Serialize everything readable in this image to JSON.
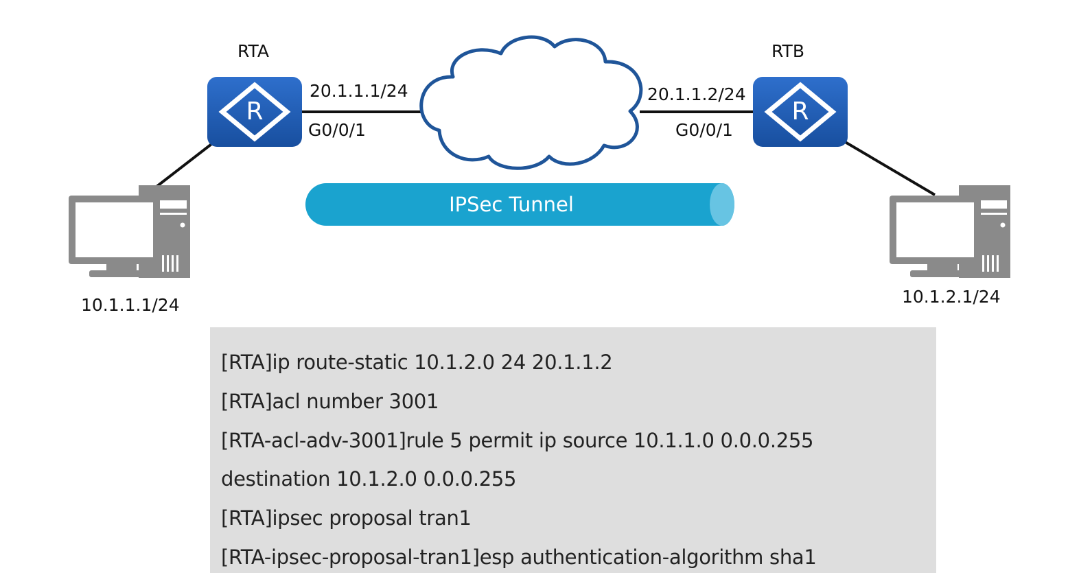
{
  "routers": {
    "rta": {
      "name": "RTA",
      "ip": "20.1.1.1/24",
      "interface": "G0/0/1",
      "icon_letter": "R"
    },
    "rtb": {
      "name": "RTB",
      "ip": "20.1.1.2/24",
      "interface": "G0/0/1",
      "icon_letter": "R"
    }
  },
  "hosts": {
    "left": {
      "ip": "10.1.1.1/24",
      "icon": "pc-icon"
    },
    "right": {
      "ip": "10.1.2.1/24",
      "icon": "pc-icon"
    }
  },
  "tunnel": {
    "label": "IPSec Tunnel"
  },
  "config_lines": [
    "[RTA]ip route-static 10.1.2.0 24 20.1.1.2",
    "[RTA]acl number 3001",
    "[RTA-acl-adv-3001]rule 5 permit ip source 10.1.1.0 0.0.0.255",
    "destination 10.1.2.0 0.0.0.255",
    "[RTA]ipsec proposal tran1",
    "[RTA-ipsec-proposal-tran1]esp authentication-algorithm sha1"
  ],
  "colors": {
    "router_fill": "#1f5dba",
    "cloud_stroke": "#1f5599",
    "tunnel_fill": "#1aa3cf",
    "tunnel_end": "#67c4e3",
    "pc_gray": "#8a8a8a",
    "config_bg": "#dedede"
  }
}
